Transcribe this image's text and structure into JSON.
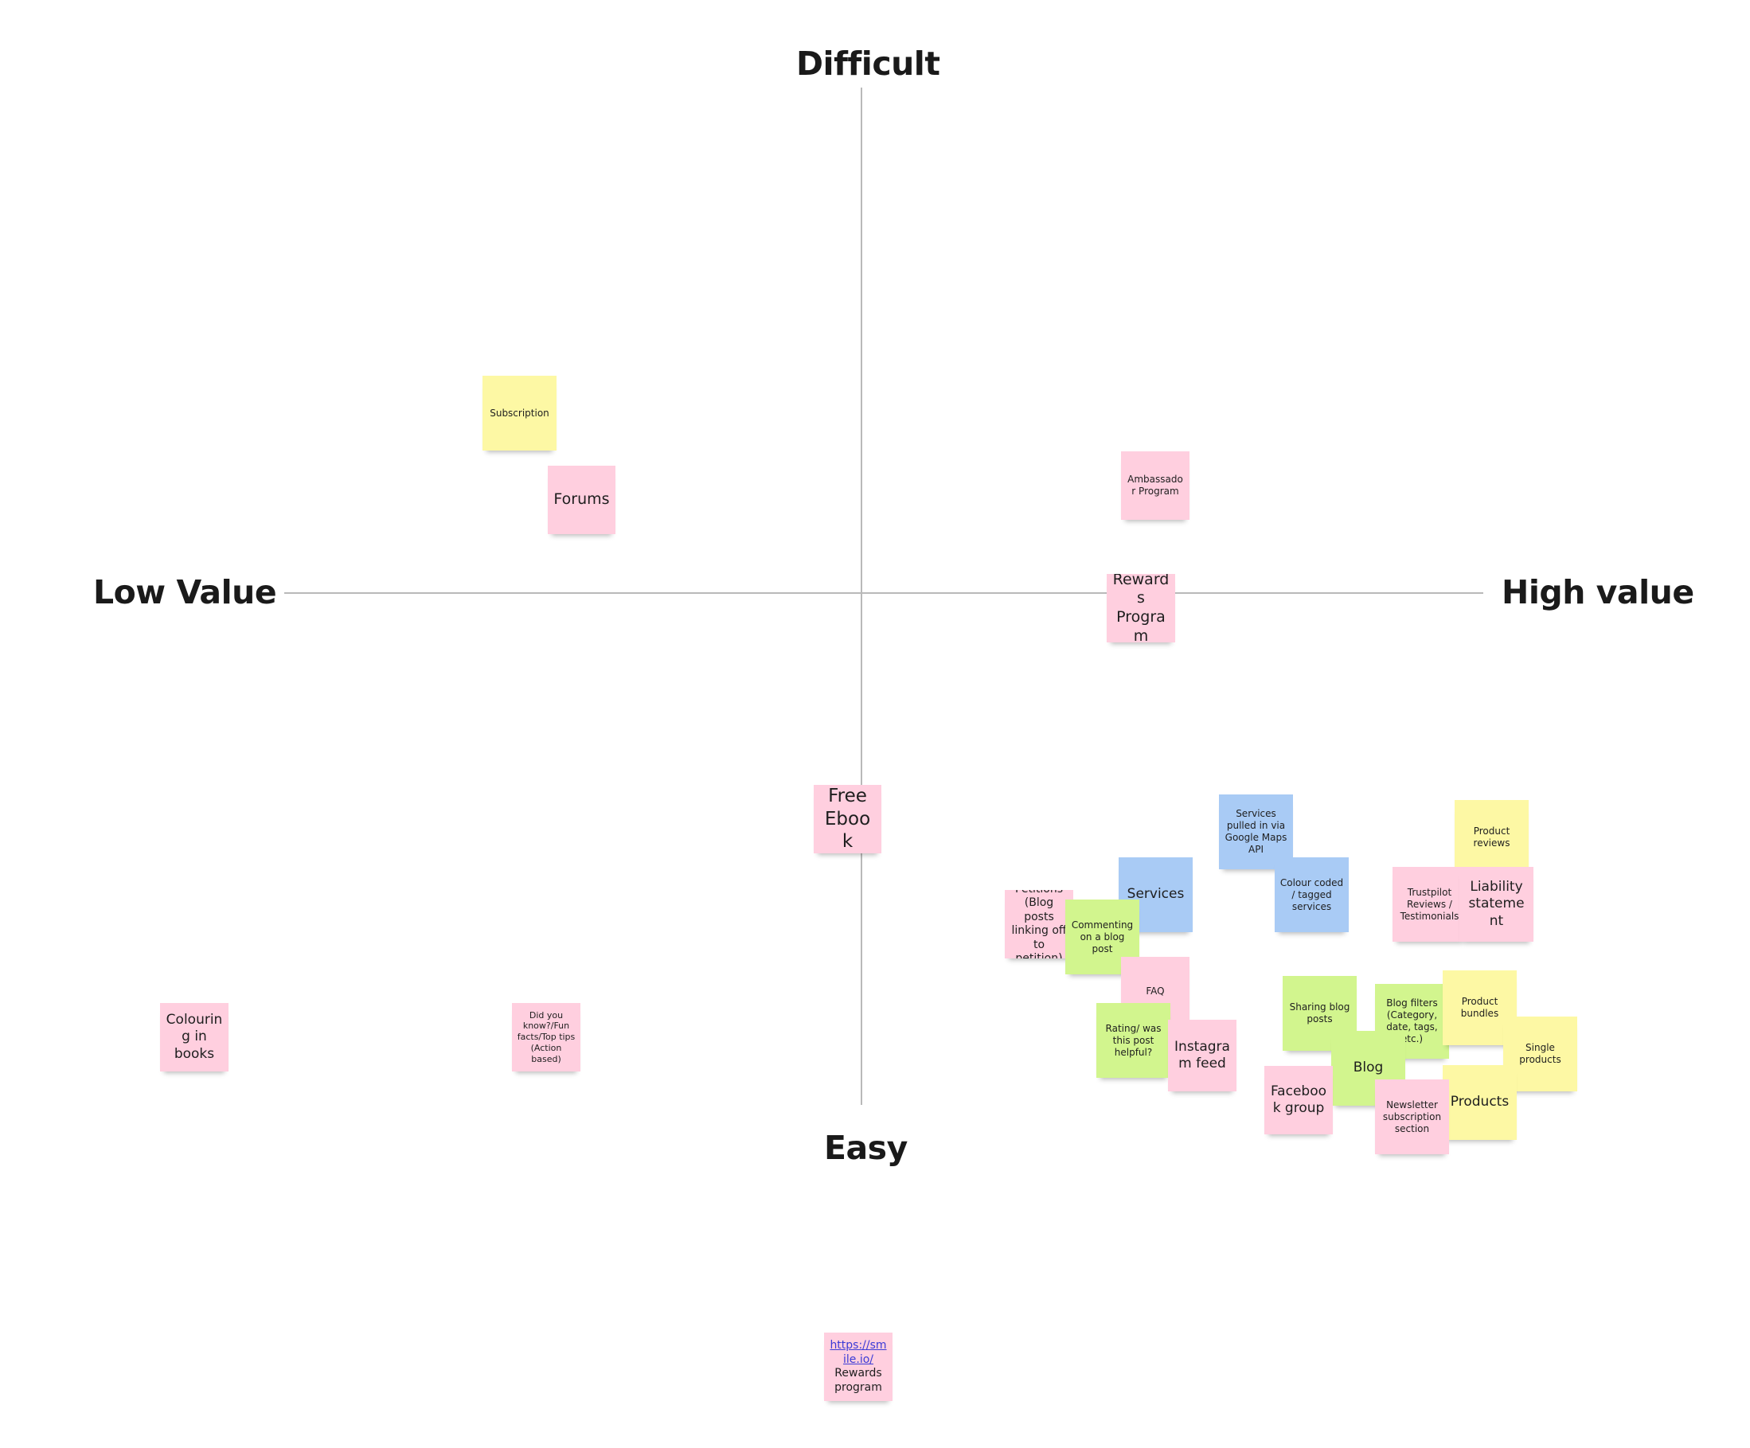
{
  "axes": {
    "top": "Difficult",
    "bottom": "Easy",
    "left": "Low Value",
    "right": "High value"
  },
  "colors": {
    "pink": "#ffcfdf",
    "yellow": "#fdf8a4",
    "green": "#d2f58e",
    "blue": "#a9cbf5",
    "axis_line": "#b9b9b9"
  },
  "notes": {
    "subscription": "Subscription",
    "forums": "Forums",
    "ambassador": "Ambassador Program",
    "rewards": "Rewards Program",
    "free_ebook": "Free Ebook",
    "services_maps": "Services pulled in via Google Maps API",
    "product_reviews": "Product reviews",
    "services": "Services",
    "colour_coded": "Colour coded / tagged services",
    "trustpilot": "Trustpilot Reviews / Testimonials",
    "liability": "Liability statement",
    "petitions": "Petitions (Blog posts linking off to petition)",
    "commenting": "Commenting on a blog post",
    "faq": "FAQ",
    "colouring": "Colouring in books",
    "did_you_know": "Did you know?/Fun facts/Top tips (Action based)",
    "sharing": "Sharing blog posts",
    "blog_filters": "Blog filters (Category, date, tags, etc.)",
    "product_bundles": "Product bundles",
    "rating": "Rating/ was this post helpful?",
    "instagram": "Instagram feed",
    "single_products": "Single products",
    "blog": "Blog",
    "facebook": "Facebook group",
    "products": "Products",
    "newsletter": "Newsletter subscription section",
    "smile_link": "https://smile.io/",
    "smile_caption": "Rewards program"
  }
}
